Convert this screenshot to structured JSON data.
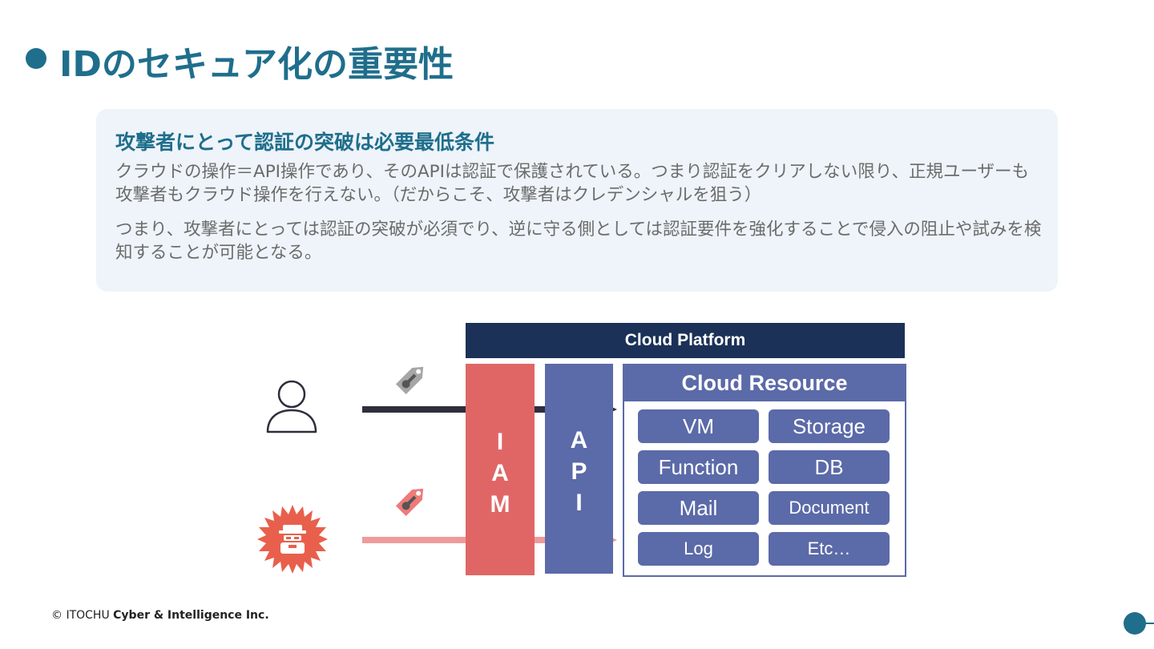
{
  "slide": {
    "title": "IDのセキュア化の重要性"
  },
  "callout": {
    "heading": "攻撃者にとって認証の突破は必要最低条件",
    "paragraph1": "クラウドの操作＝API操作であり、そのAPIは認証で保護されている。つまり認証をクリアしない限り、正規ユーザーも攻撃者もクラウド操作を行えない。（だからこそ、攻撃者はクレデンシャルを狙う）",
    "paragraph2": "つまり、攻撃者にとっては認証の突破が必須でり、逆に守る側としては認証要件を強化することで侵入の阻止や試みを検知することが可能となる。"
  },
  "diagram": {
    "platform_label": "Cloud Platform",
    "iam_label": "I\nA\nM",
    "api_label": "A\nP\nI",
    "resource_title": "Cloud Resource",
    "resources": [
      "VM",
      "Storage",
      "Function",
      "DB",
      "Mail",
      "Document",
      "Log",
      "Etc…"
    ],
    "colors": {
      "platform": "#1b3157",
      "iam": "#e06666",
      "api": "#5b6aa8",
      "legit_arrow": "#2e2e3e",
      "attacker_arrow": "#ef9a9a",
      "attacker": "#e8604c",
      "legit_key_tag": "#a6a6a6",
      "attacker_key_tag": "#ef7b7b"
    },
    "icons": [
      "user-icon",
      "key-tag-icon",
      "hacker-icon"
    ]
  },
  "footer": {
    "copyright_prefix": "© ITOCHU",
    "company": "Cyber & Intelligence Inc."
  }
}
